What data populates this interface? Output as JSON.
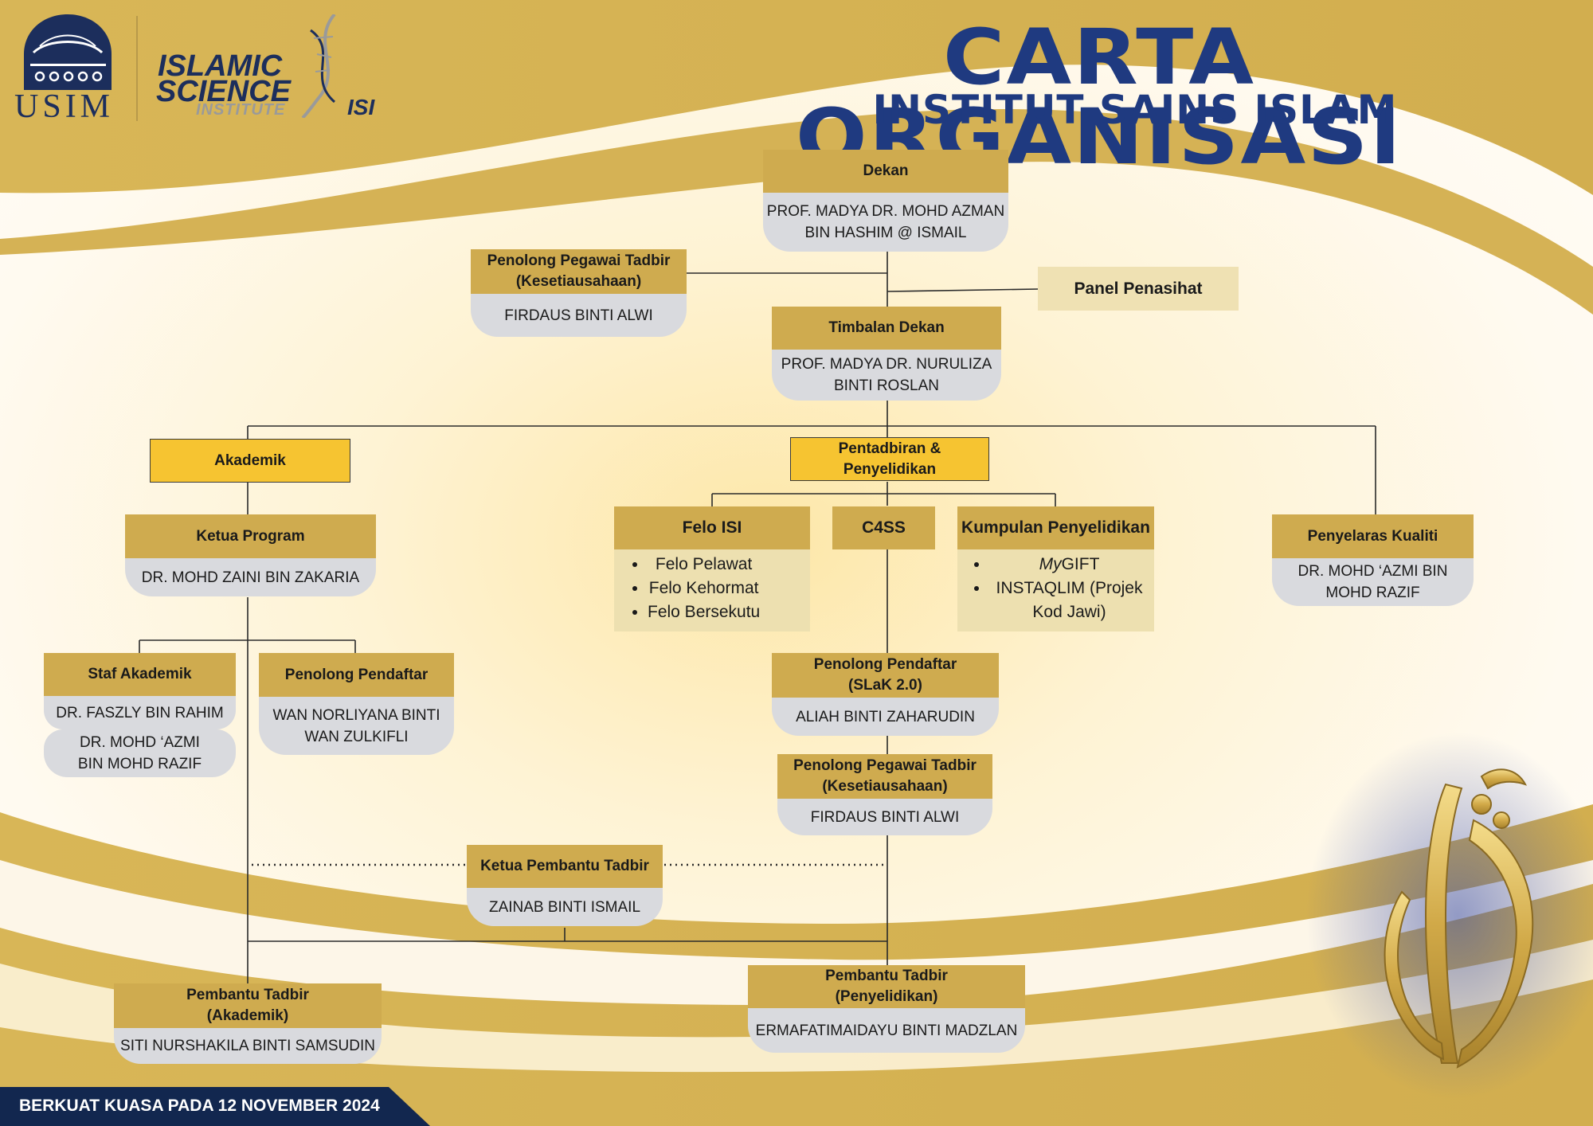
{
  "header": {
    "title": "CARTA ORGANISASI",
    "subtitle": "INSTITUT SAINS ISLAM"
  },
  "logos": {
    "usim": "USIM",
    "islamic": "ISLAMIC",
    "science": "SCIENCE",
    "institute": "INSTITUTE",
    "isi": "ISI"
  },
  "colors": {
    "navy": "#1f3a80",
    "gold": "#cfab4f",
    "yellow": "#f6c431",
    "grey": "#d9dade",
    "cream": "#ede0b0"
  },
  "nodes": {
    "dekan": {
      "title": "Dekan",
      "name": "PROF. MADYA DR. MOHD AZMAN BIN HASHIM @ ISMAIL"
    },
    "ppt_top": {
      "title": "Penolong Pegawai Tadbir (Kesetiausahaan)",
      "name": "FIRDAUS BINTI ALWI"
    },
    "panel": {
      "title": "Panel Penasihat"
    },
    "timbalan": {
      "title": "Timbalan Dekan",
      "name": "PROF. MADYA DR. NURULIZA BINTI ROSLAN"
    },
    "akademik": {
      "title": "Akademik"
    },
    "pentadbiran": {
      "title": "Pentadbiran & Penyelidikan"
    },
    "ketua_program": {
      "title": "Ketua Program",
      "name": "DR. MOHD ZAINI BIN ZAKARIA"
    },
    "felo": {
      "title": "Felo ISI",
      "items": [
        "Felo Pelawat",
        "Felo Kehormat",
        "Felo Bersekutu"
      ]
    },
    "c4ss": {
      "title": "C4SS"
    },
    "kumpulan": {
      "title": "Kumpulan Penyelidikan",
      "item1_italic": "My",
      "item1_rest": "GIFT",
      "item2": "INSTAQLIM (Projek Kod Jawi)"
    },
    "penyelaras": {
      "title": "Penyelaras Kualiti",
      "name": "DR. MOHD ‘AZMI BIN MOHD RAZIF"
    },
    "staf": {
      "title": "Staf Akademik",
      "name1": "DR. FASZLY BIN RAHIM",
      "name2": "DR. MOHD ‘AZMI BIN MOHD RAZIF"
    },
    "pp_left": {
      "title": "Penolong Pendaftar",
      "name": "WAN NORLIYANA BINTI WAN ZULKIFLI"
    },
    "pp_slak": {
      "title": "Penolong Pendaftar (SLaK 2.0)",
      "name": "ALIAH BINTI ZAHARUDIN"
    },
    "ppt_mid": {
      "title": "Penolong Pegawai Tadbir (Kesetiausahaan)",
      "name": "FIRDAUS BINTI ALWI"
    },
    "ketua_pembantu": {
      "title": "Ketua Pembantu Tadbir",
      "name": "ZAINAB BINTI ISMAIL"
    },
    "pt_akademik": {
      "title": "Pembantu Tadbir (Akademik)",
      "name": "SITI NURSHAKILA BINTI SAMSUDIN"
    },
    "pt_penyelidikan": {
      "title": "Pembantu Tadbir (Penyelidikan)",
      "name": "ERMAFATIMAIDAYU BINTI MADZLAN"
    }
  },
  "footer": {
    "text": "BERKUAT KUASA PADA 12 NOVEMBER 2024"
  }
}
